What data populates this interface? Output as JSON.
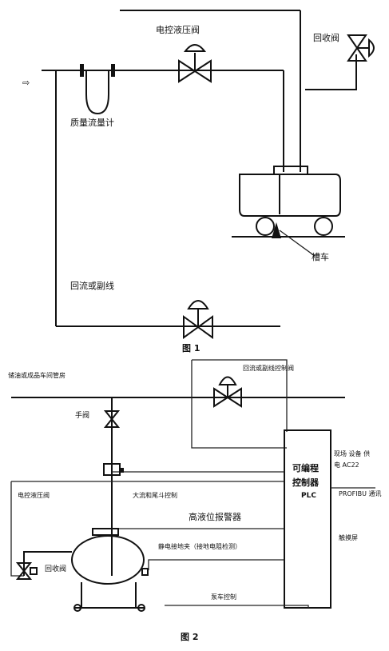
{
  "figure1": {
    "caption": "图 1",
    "electro_hydraulic_valve": "电控液压阀",
    "recovery_valve": "回收阀",
    "mass_flowmeter": "质量流量计",
    "tanker_car": "槽车",
    "return_or_bypass_line": "回流或副线",
    "inlet_arrow": "⇨"
  },
  "figure2": {
    "caption": "图 2",
    "pipeline_label": "储油或成品车间管房",
    "return_bypass_control_valve": "回流或副线控制阀",
    "manual_valve": "手阀",
    "plc_line1": "可编程",
    "plc_line2": "控制器",
    "plc_line3": "PLC",
    "field_device_line1": "现场 设备 供",
    "field_device_line2": "电 AC22",
    "profibus": "PROFIBU 通讯",
    "electro_hydraulic_valve": "电控液压阀",
    "flow_control": "大流和尾斗控制",
    "high_level_alarm": "高液位报警器",
    "static_clamp": "静电接地夹（接地电阻检测）",
    "touch_screen": "触摸屏",
    "recovery_valve": "回收阀",
    "pump_control": "泵车控制"
  }
}
